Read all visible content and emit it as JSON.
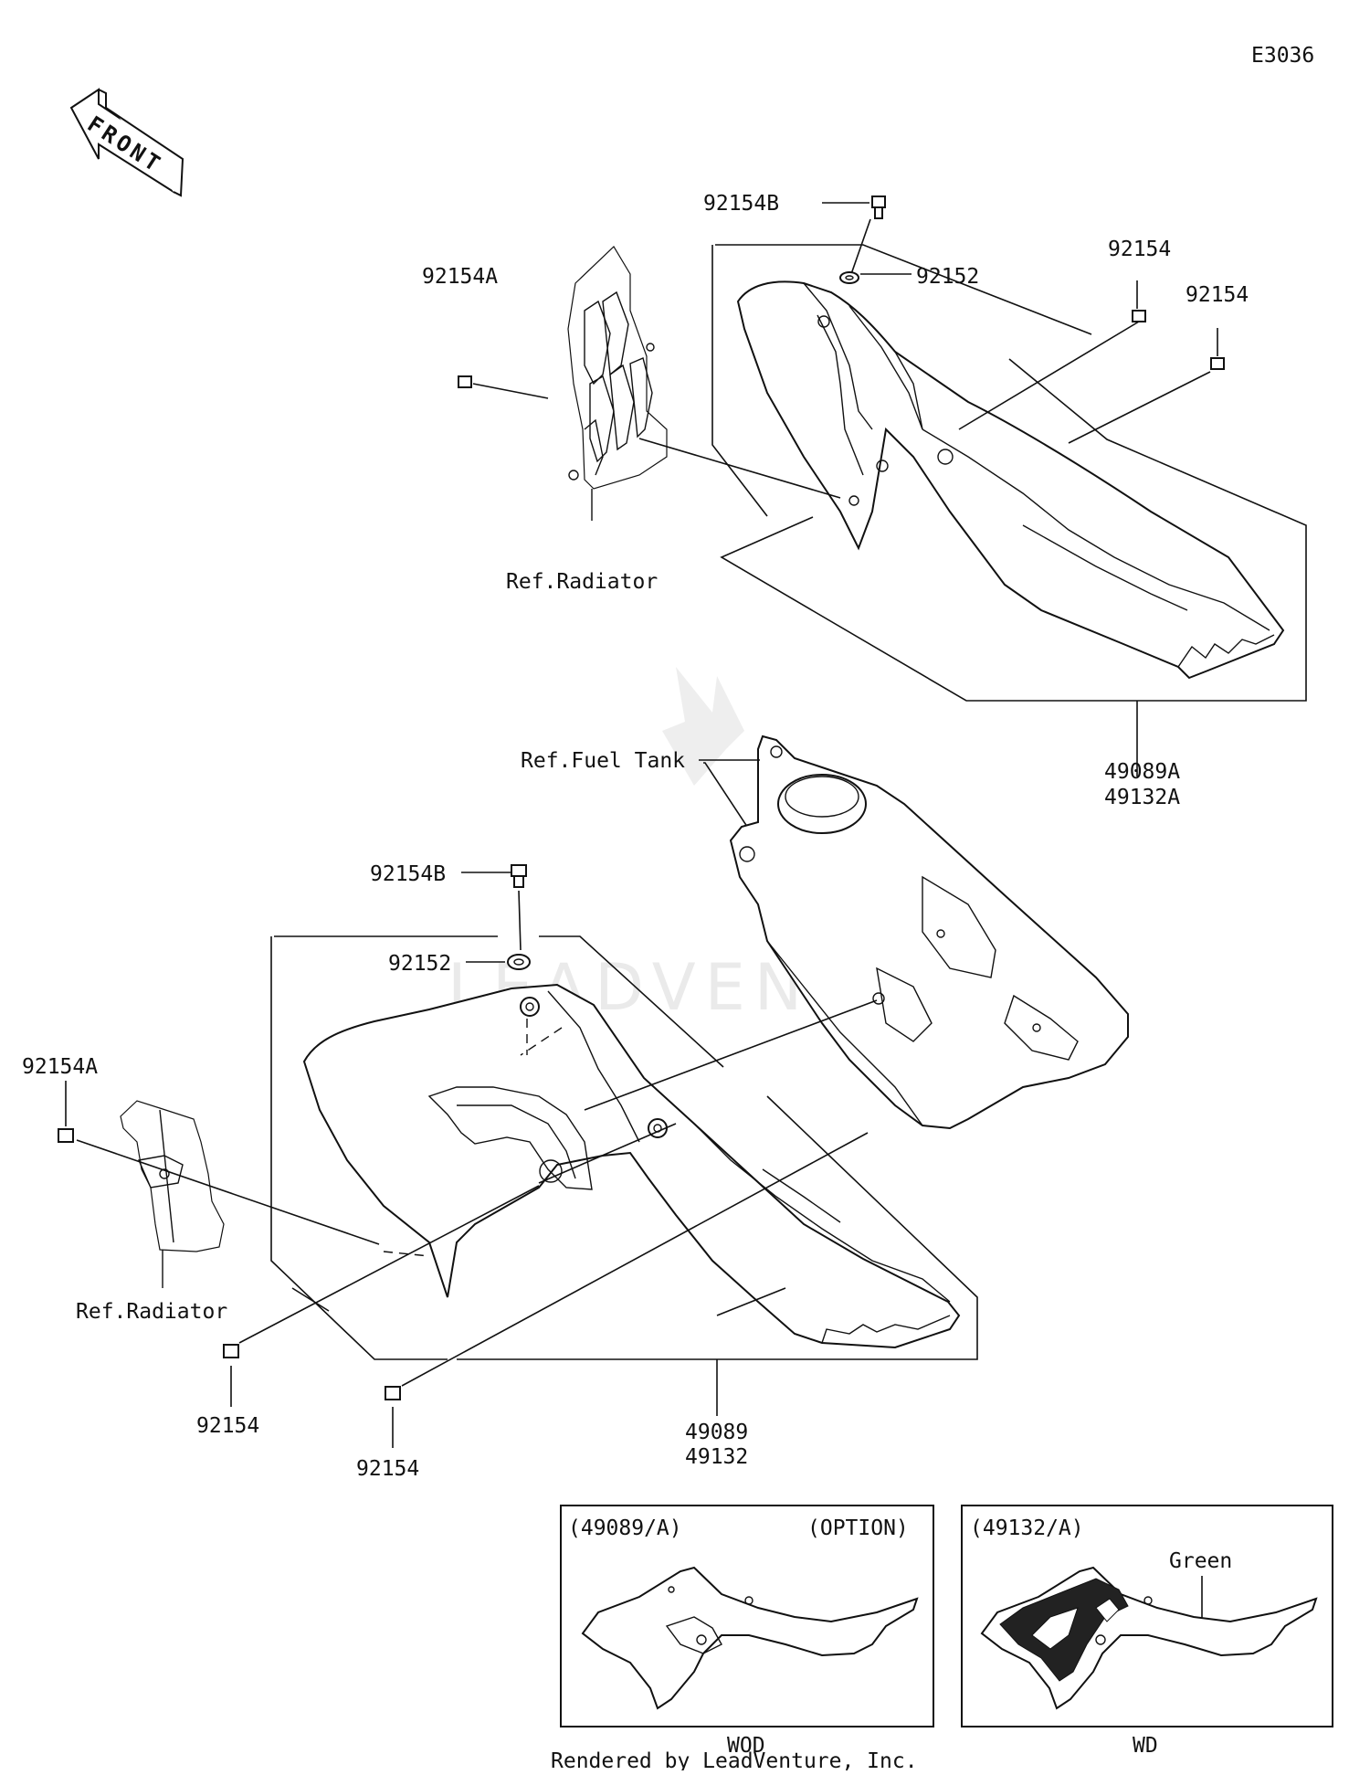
{
  "diagram": {
    "code": "E3036",
    "front_label": "FRONT",
    "watermark": "LEADVENTURE",
    "credit": "Rendered by LeadVenture, Inc.",
    "callouts": {
      "top_bolt_b": "92154B",
      "top_washer": "92152",
      "top_bolt_right_1": "92154",
      "top_bolt_right_2": "92154",
      "top_bolt_a": "92154A",
      "top_ref_radiator": "Ref.Radiator",
      "top_part_1": "49089A",
      "top_part_2": "49132A",
      "ref_fuel_tank": "Ref.Fuel Tank",
      "bottom_bolt_b": "92154B",
      "bottom_washer": "92152",
      "bottom_bolt_a": "92154A",
      "bottom_ref_radiator": "Ref.Radiator",
      "bottom_bolt_left": "92154",
      "bottom_bolt_low": "92154",
      "bottom_part_1": "49089",
      "bottom_part_2": "49132"
    },
    "variants": [
      {
        "code": "(49089/A)",
        "note": "(OPTION)",
        "caption": "WOD"
      },
      {
        "code": "(49132/A)",
        "note": "Green",
        "caption": "WD"
      }
    ]
  }
}
